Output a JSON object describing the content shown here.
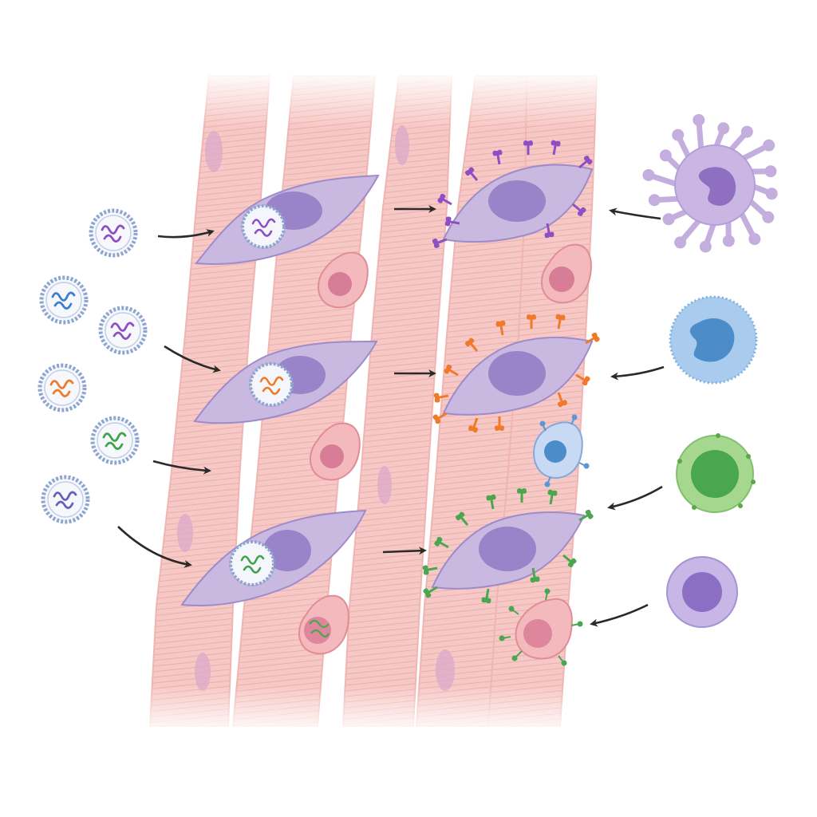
{
  "colors": {
    "background": "#ffffff",
    "fiber_fill": "#f7c9c6",
    "fiber_stripe": "#e9a9a6",
    "fiber_nucleus": "#d7a6c6",
    "host_cell_fill": "#c9b9e0",
    "host_cell_stroke": "#9e8bc9",
    "host_cell_nucleus": "#9a84c9",
    "small_cell_fill": "#f3b8bd",
    "small_cell_nucleus": "#d97b95",
    "vesicle_ring": "#8ea5cf",
    "arrow": "#2a2a2a"
  },
  "payload_colors": [
    "#8e4fc4",
    "#3a7fd0",
    "#8e4fc4",
    "#ef7a2a",
    "#3fa34a",
    "#6a5fb8"
  ],
  "vesicles": [
    {
      "payload": "purple"
    },
    {
      "payload": "blue"
    },
    {
      "payload": "purple"
    },
    {
      "payload": "orange"
    },
    {
      "payload": "green"
    },
    {
      "payload": "indigo"
    }
  ],
  "loaded_cells": [
    {
      "payload": "purple"
    },
    {
      "payload": "orange"
    },
    {
      "payload": "green"
    }
  ],
  "presenting_cells": [
    {
      "marker": "purple",
      "marker_color": "#8e4fc4"
    },
    {
      "marker": "orange",
      "marker_color": "#ef7a2a"
    },
    {
      "marker": "green",
      "marker_color": "#4aa64f"
    }
  ],
  "immune_cells": [
    {
      "kind": "dendritic-cell",
      "fill": "#c9b6e3",
      "nucleus": "#8f6fbf"
    },
    {
      "kind": "b-cell",
      "fill": "#a9cbee",
      "nucleus": "#4b8cc9"
    },
    {
      "kind": "t-cell",
      "fill": "#a6d78f",
      "nucleus": "#4aa64f"
    },
    {
      "kind": "nk-cell",
      "fill": "#c7b6e6",
      "nucleus": "#8b6fc4"
    }
  ]
}
